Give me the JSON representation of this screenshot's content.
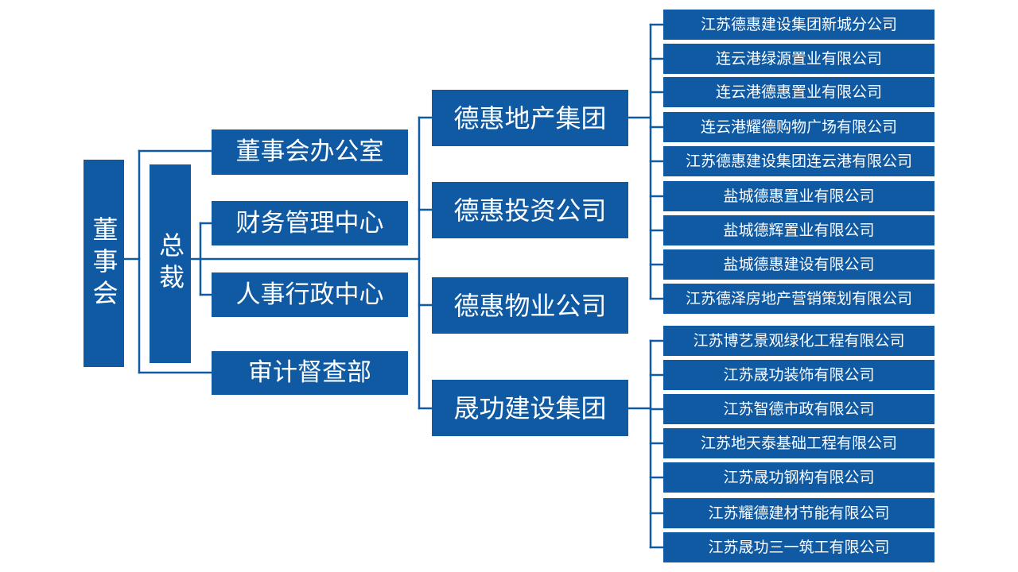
{
  "org_chart": {
    "board": {
      "label": "董事会"
    },
    "president": {
      "label": "总裁"
    },
    "departments": [
      {
        "label": "董事会办公室"
      },
      {
        "label": "财务管理中心"
      },
      {
        "label": "人事行政中心"
      },
      {
        "label": "审计督查部"
      }
    ],
    "groups": [
      {
        "label": "德惠地产集团"
      },
      {
        "label": "德惠投资公司"
      },
      {
        "label": "德惠物业公司"
      },
      {
        "label": "晟功建设集团"
      }
    ],
    "dehui_realestate_subsidiaries": [
      {
        "label": "江苏德惠建设集团新城分公司"
      },
      {
        "label": "连云港绿源置业有限公司"
      },
      {
        "label": "连云港德惠置业有限公司"
      },
      {
        "label": "连云港耀德购物广场有限公司"
      },
      {
        "label": "江苏德惠建设集团连云港有限公司"
      },
      {
        "label": "盐城德惠置业有限公司"
      },
      {
        "label": "盐城德辉置业有限公司"
      },
      {
        "label": "盐城德惠建设有限公司"
      },
      {
        "label": "江苏德泽房地产营销策划有限公司"
      }
    ],
    "shenggong_subsidiaries": [
      {
        "label": "江苏博艺景观绿化工程有限公司"
      },
      {
        "label": "江苏晟功装饰有限公司"
      },
      {
        "label": "江苏智德市政有限公司"
      },
      {
        "label": "江苏地天泰基础工程有限公司"
      },
      {
        "label": "江苏晟功钢构有限公司"
      },
      {
        "label": "江苏耀德建材节能有限公司"
      },
      {
        "label": "江苏晟功三一筑工有限公司"
      }
    ]
  },
  "colors": {
    "box_fill": "#0f5aa3",
    "text": "#ffffff",
    "connector": "#0f5aa3"
  }
}
